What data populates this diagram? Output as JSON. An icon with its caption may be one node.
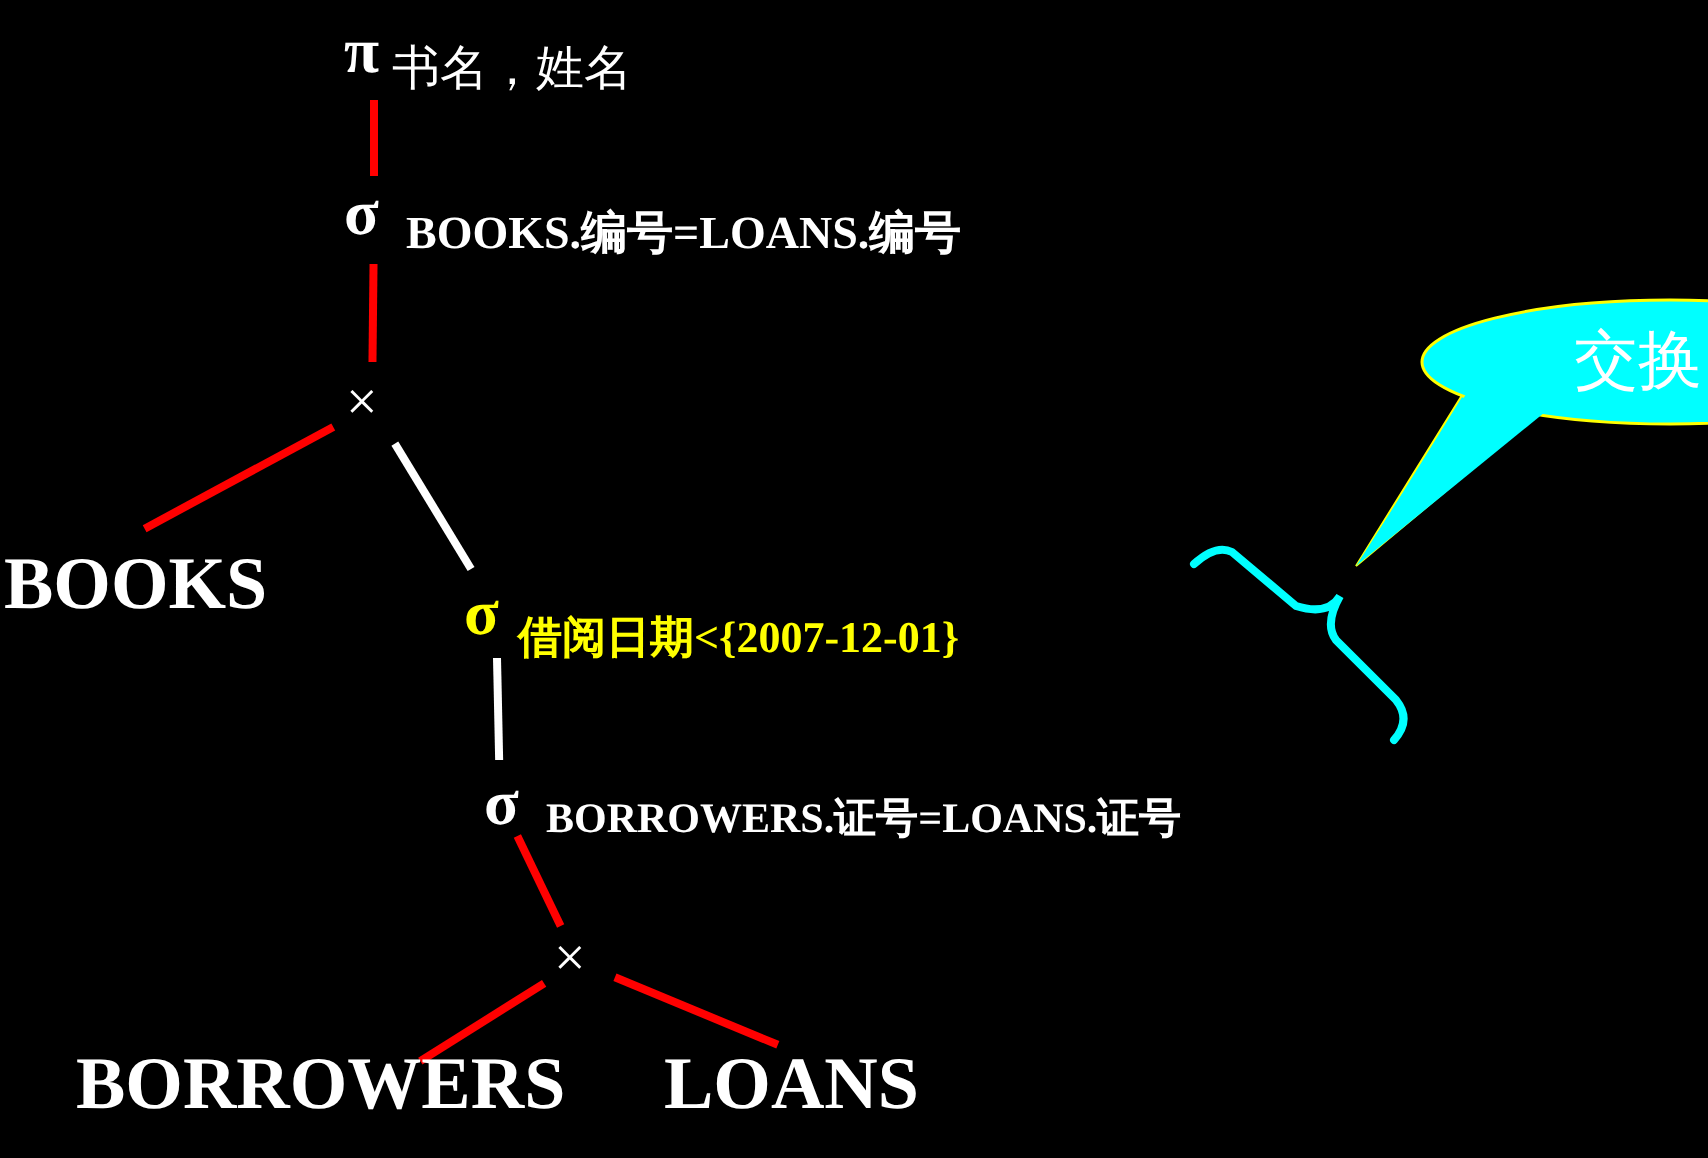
{
  "diagram": {
    "nodes": [
      {
        "text": [
          "π",
          "书名，姓名"
        ]
      },
      {
        "text": [
          "σ",
          "BOOKS.编号=LOANS.编号"
        ]
      },
      {
        "text": [
          "×"
        ]
      },
      {
        "text": [
          "BOOKS"
        ]
      },
      {
        "text": [
          "σ",
          "借阅日期<{2007-12-01}"
        ]
      },
      {
        "text": [
          "σ",
          "BORROWERS.证号=LOANS.证号"
        ]
      },
      {
        "text": [
          "×"
        ]
      },
      {
        "text": [
          "BORROWERS"
        ]
      },
      {
        "text": [
          "LOANS"
        ]
      },
      {
        "text": [
          "交换"
        ]
      }
    ],
    "edges": [
      {
        "from": 0,
        "to": 1,
        "arrow": "none"
      },
      {
        "from": 1,
        "to": 2,
        "arrow": "none"
      },
      {
        "from": 2,
        "to": 3,
        "arrow": "none"
      },
      {
        "from": 2,
        "to": 4,
        "arrow": "none",
        "color": "#ffffff"
      },
      {
        "from": 4,
        "to": 5,
        "arrow": "none",
        "color": "#ffffff"
      },
      {
        "from": 5,
        "to": 6,
        "arrow": "none"
      },
      {
        "from": 6,
        "to": 7,
        "arrow": "none"
      },
      {
        "from": 6,
        "to": 8,
        "arrow": "none"
      }
    ]
  }
}
